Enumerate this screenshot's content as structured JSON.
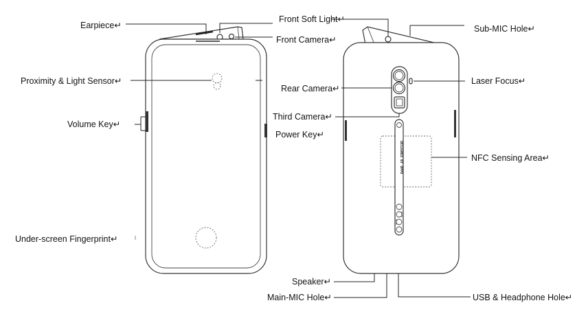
{
  "title": "Phone parts diagram",
  "front_labels": {
    "earpiece": "Earpiece↵",
    "front_soft_light": "Front Soft Light↵",
    "front_camera": "Front Camera↵",
    "proximity_sensor": "Proximity & Light Sensor↵",
    "volume_key": "Volume Key↵",
    "power_key": "Power Key↵",
    "fingerprint": "Under-screen Fingerprint↵"
  },
  "back_labels": {
    "sub_mic": "Sub-MIC Hole↵",
    "rear_camera": "Rear Camera↵",
    "laser_focus": "Laser Focus↵",
    "third_camera": "Third Camera↵",
    "nfc": "NFC Sensing Area↵",
    "speaker": "Speaker↵",
    "main_mic": "Main-MIC Hole↵",
    "usb": "USB & Headphone Hole↵"
  },
  "logo_text": "oppo",
  "strip_text": "DESIGNED BY OPPO"
}
